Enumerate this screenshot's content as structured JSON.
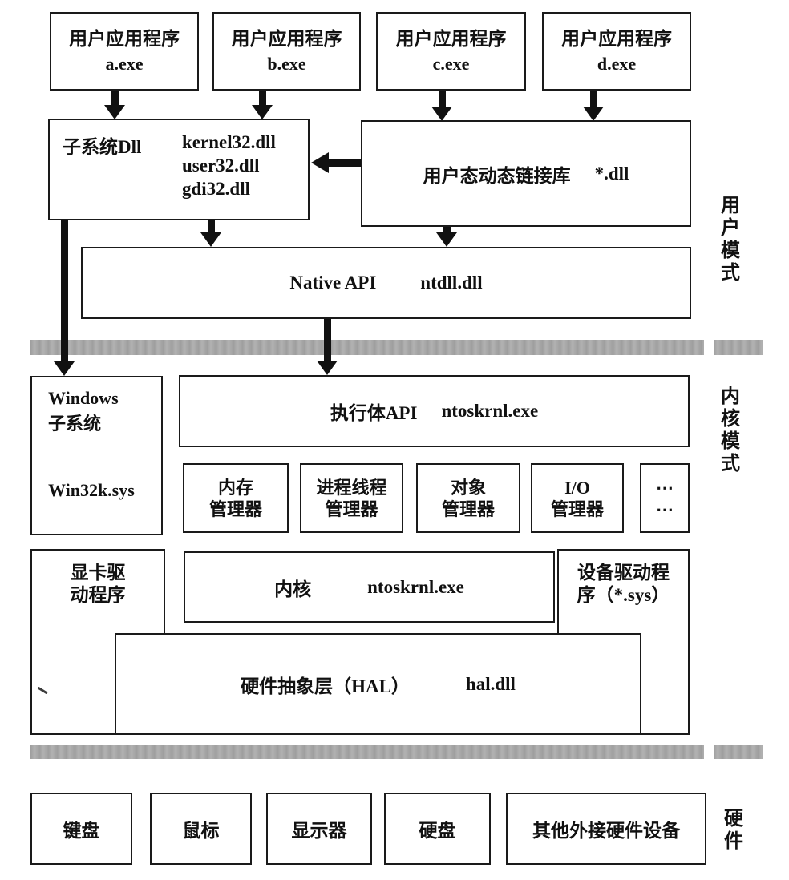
{
  "colors": {
    "border": "#1a1a1a",
    "text": "#111111",
    "arrow": "#111111",
    "gray": "#a8a8a8",
    "bg": "#ffffff"
  },
  "side_labels": {
    "user_mode": "用户模式",
    "kernel_mode": "内核模式",
    "hardware": "硬件"
  },
  "app_row": [
    {
      "title": "用户应用程序",
      "file": "a.exe"
    },
    {
      "title": "用户应用程序",
      "file": "b.exe"
    },
    {
      "title": "用户应用程序",
      "file": "c.exe"
    },
    {
      "title": "用户应用程序",
      "file": "d.exe"
    }
  ],
  "subsystem_dll_box": {
    "title": "子系统Dll",
    "files": [
      "kernel32.dll",
      "user32.dll",
      "gdi32.dll"
    ]
  },
  "user_dll_box": {
    "title": "用户态动态链接库",
    "file": "*.dll"
  },
  "native_api_box": {
    "title": "Native API",
    "file": "ntdll.dll"
  },
  "windows_subsystem_box": {
    "title_line1": "Windows",
    "title_line2": "子系统",
    "file": "Win32k.sys"
  },
  "executive_box": {
    "title": "执行体API",
    "file": "ntoskrnl.exe"
  },
  "manager_boxes": [
    {
      "line1": "内存",
      "line2": "管理器"
    },
    {
      "line1": "进程线程",
      "line2": "管理器"
    },
    {
      "line1": "对象",
      "line2": "管理器"
    },
    {
      "line1": "I/O",
      "line2": "管理器"
    },
    {
      "line1": "⋯",
      "line2": "⋯"
    }
  ],
  "graphics_driver_box": {
    "line1": "显卡驱",
    "line2": "动程序"
  },
  "kernel_box": {
    "title": "内核",
    "file": "ntoskrnl.exe"
  },
  "device_driver_box": {
    "line1": "设备驱动程",
    "line2": "序（*.sys）"
  },
  "hal_box": {
    "title": "硬件抽象层（HAL）",
    "file": "hal.dll"
  },
  "hardware_row": [
    {
      "label": "键盘"
    },
    {
      "label": "鼠标"
    },
    {
      "label": "显示器"
    },
    {
      "label": "硬盘"
    },
    {
      "label": "其他外接硬件设备"
    }
  ]
}
